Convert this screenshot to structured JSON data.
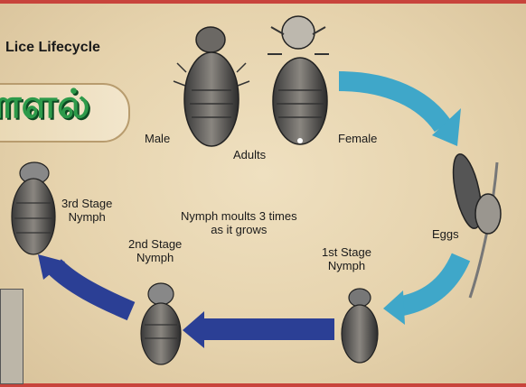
{
  "title": "Lice Lifecycle",
  "tamil_heading": "௱ளல்",
  "labels": {
    "male": "Male",
    "adults": "Adults",
    "female": "Female",
    "eggs": "Eggs",
    "first_stage": [
      "1st Stage",
      "Nymph"
    ],
    "second_stage": [
      "2nd Stage",
      "Nymph"
    ],
    "third_stage": [
      "3rd Stage",
      "Nymph"
    ],
    "center_note": [
      "Nymph moults 3 times",
      "as it grows"
    ]
  },
  "colors": {
    "arrow_cyan": "#3fa7c9",
    "arrow_blue": "#2b3f95",
    "frame": "#c8443c",
    "tamil_green": "#2d9a4a"
  }
}
